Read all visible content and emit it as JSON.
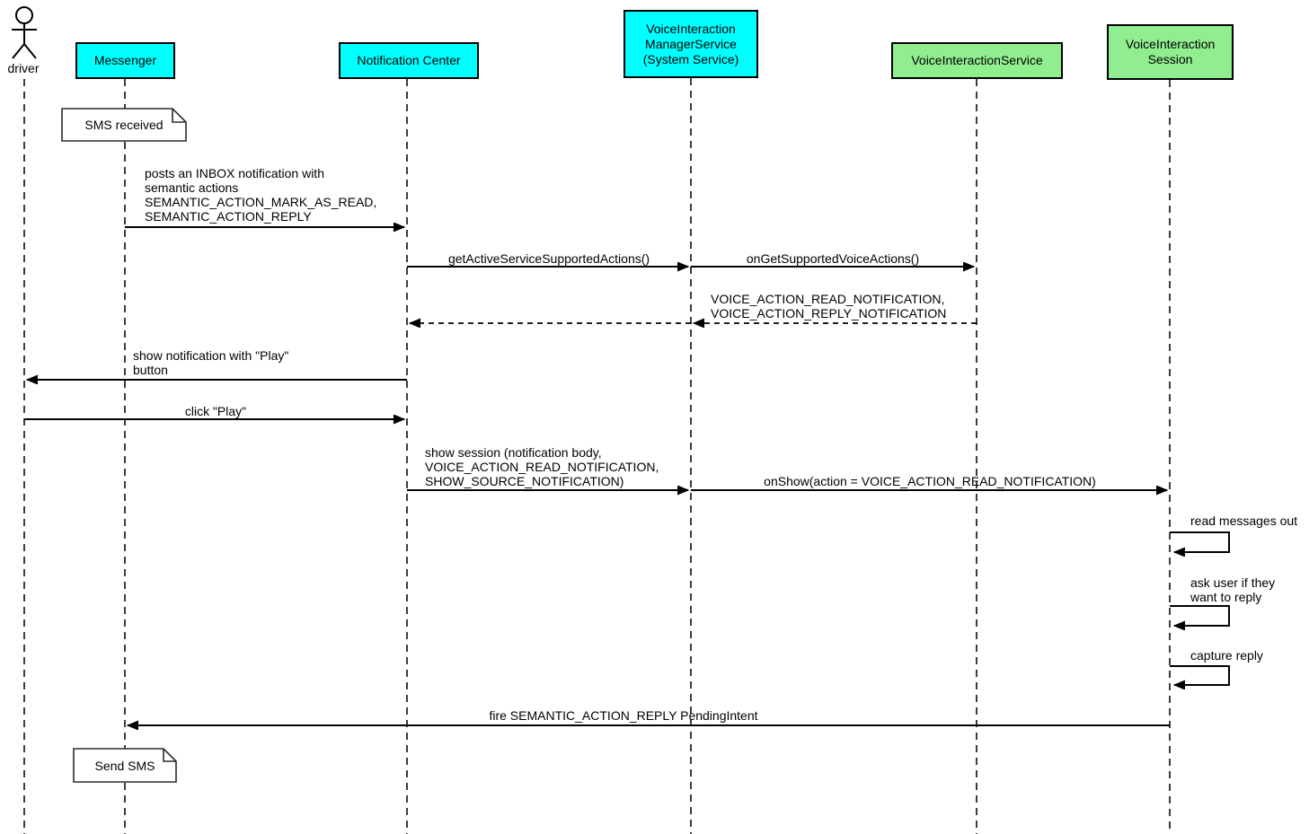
{
  "colors": {
    "participant_cyan": "#00ffff",
    "participant_green": "#90ee90",
    "line_black": "#000000",
    "note_background": "#ffffff"
  },
  "icons": {
    "actor": "actor-stick-figure-icon"
  },
  "actor": {
    "label": "driver"
  },
  "participants": {
    "messenger": {
      "label": "Messenger"
    },
    "notification_center": {
      "label": "Notification Center"
    },
    "manager_service": {
      "lines": [
        "VoiceInteraction",
        "ManagerService",
        "(System Service)"
      ]
    },
    "interaction_service": {
      "label": "VoiceInteractionService"
    },
    "session": {
      "lines": [
        "VoiceInteraction",
        "Session"
      ]
    }
  },
  "notes": {
    "sms_received": {
      "label": "SMS received"
    },
    "send_sms": {
      "label": "Send SMS"
    }
  },
  "messages": {
    "post_inbox": {
      "lines": [
        "posts an INBOX notification with",
        "semantic actions",
        "SEMANTIC_ACTION_MARK_AS_READ,",
        "SEMANTIC_ACTION_REPLY"
      ]
    },
    "get_active_actions": {
      "label": "getActiveServiceSupportedActions()"
    },
    "on_get_supported": {
      "label": "onGetSupportedVoiceActions()"
    },
    "supported_actions_return": {
      "lines": [
        "VOICE_ACTION_READ_NOTIFICATION,",
        "VOICE_ACTION_REPLY_NOTIFICATION"
      ]
    },
    "show_notification": {
      "lines": [
        "show notification with \"Play\"",
        "button"
      ]
    },
    "click_play": {
      "label": "click \"Play\""
    },
    "show_session": {
      "lines": [
        "show session (notification body,",
        "VOICE_ACTION_READ_NOTIFICATION,",
        "SHOW_SOURCE_NOTIFICATION)"
      ]
    },
    "on_show": {
      "label": "onShow(action = VOICE_ACTION_READ_NOTIFICATION)"
    },
    "read_messages": {
      "label": "read messages out"
    },
    "ask_reply": {
      "lines": [
        "ask user if they",
        "want to reply"
      ]
    },
    "capture_reply": {
      "label": "capture reply"
    },
    "fire_reply": {
      "label": "fire SEMANTIC_ACTION_REPLY PendingIntent"
    }
  }
}
